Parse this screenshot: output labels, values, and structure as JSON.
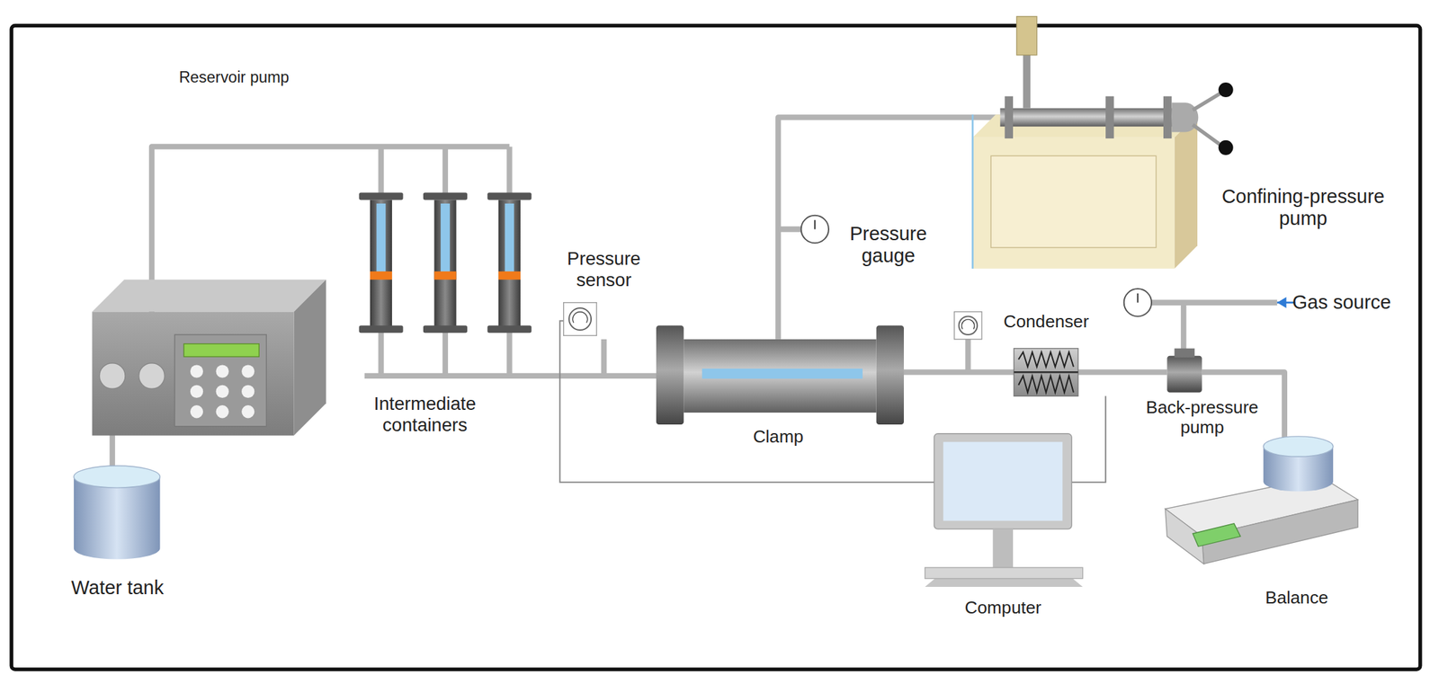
{
  "diagram": {
    "labels": [
      "Reservoir pump",
      "Water tank",
      "Intermediate containers",
      "Pressure sensor",
      "Clamp",
      "Pressure gauge",
      "Confining-pressure pump",
      "Condenser",
      "Gas source",
      "Back-pressure pump",
      "Computer",
      "Balance"
    ]
  }
}
